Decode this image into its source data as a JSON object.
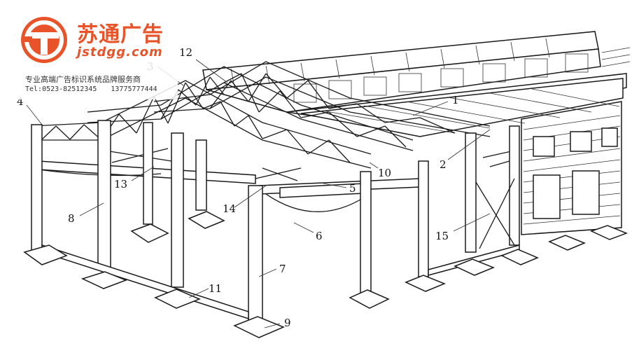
{
  "brand": {
    "name_cn": "苏通广告",
    "url": "jstdgg.com",
    "tagline": "专业高端广告标识系统品牌服务商",
    "phone1": "Tel:0523-82512345",
    "phone2": "13775777444",
    "accent_color": "#e8532a"
  },
  "diagram": {
    "labels": [
      {
        "id": "1",
        "text": "1"
      },
      {
        "id": "2",
        "text": "2"
      },
      {
        "id": "3",
        "text": "3"
      },
      {
        "id": "4",
        "text": "4"
      },
      {
        "id": "5",
        "text": "5"
      },
      {
        "id": "6",
        "text": "6"
      },
      {
        "id": "7",
        "text": "7"
      },
      {
        "id": "8",
        "text": "8"
      },
      {
        "id": "9",
        "text": "9"
      },
      {
        "id": "10",
        "text": "10"
      },
      {
        "id": "11",
        "text": "11"
      },
      {
        "id": "12",
        "text": "12"
      },
      {
        "id": "13",
        "text": "13"
      },
      {
        "id": "14",
        "text": "14"
      },
      {
        "id": "15",
        "text": "15"
      }
    ]
  }
}
